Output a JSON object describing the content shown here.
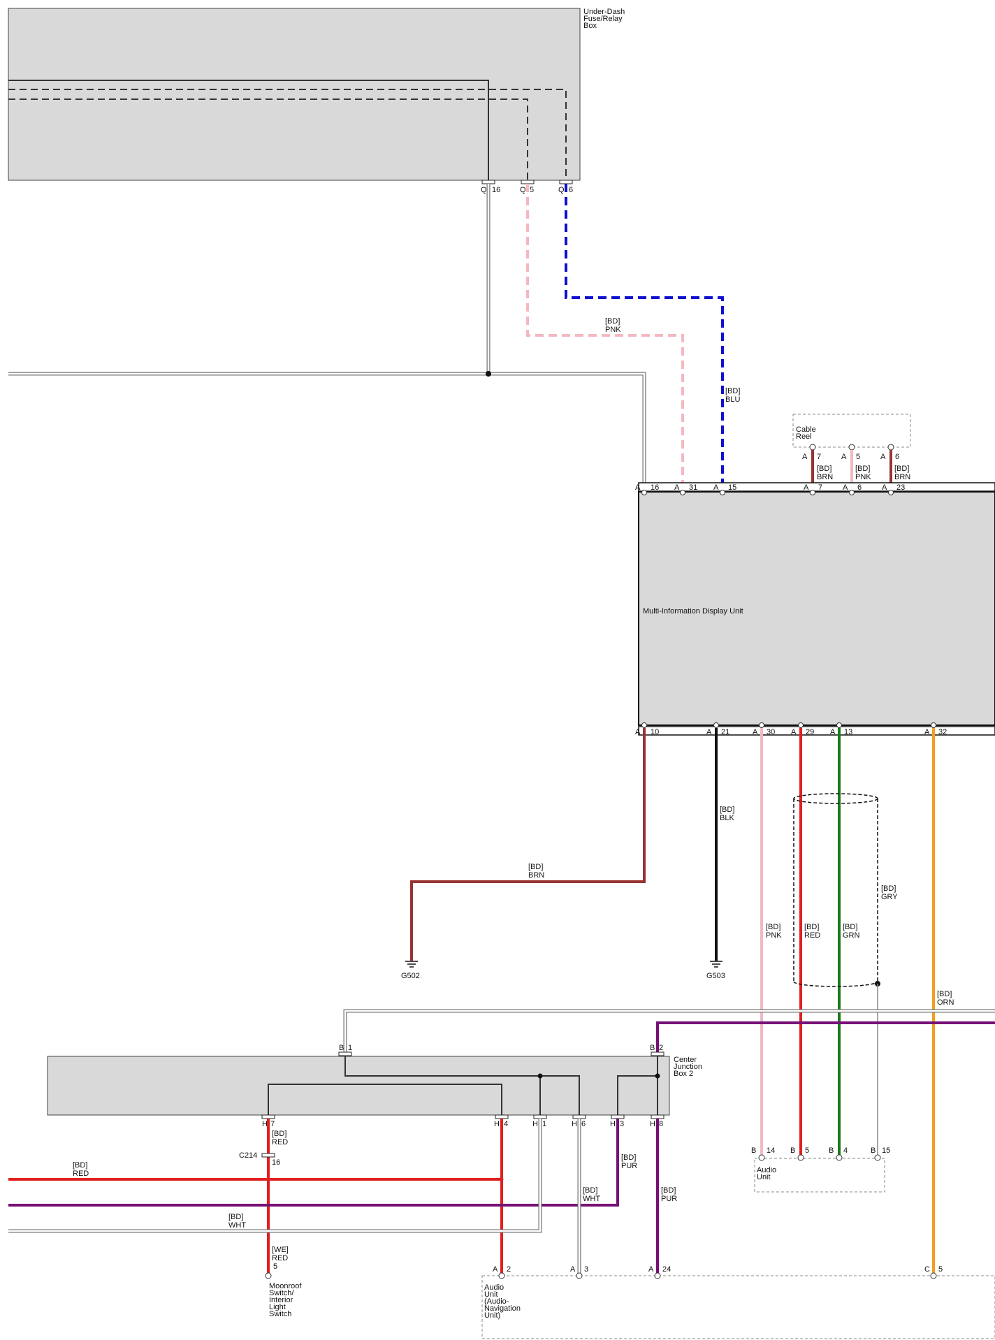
{
  "diagram": {
    "colors": {
      "box_fill": "#d9d9d9",
      "pink": "#f4b8c1",
      "blue": "#1010d0",
      "brown": "#993333",
      "red": "#e02020",
      "green": "#1a7a1a",
      "orange": "#f0a020",
      "purple": "#771177",
      "black": "#111111",
      "white_wire": "#888888"
    },
    "components": {
      "under_dash_line1": "Under-Dash",
      "under_dash_line2": "Fuse/Relay",
      "under_dash_line3": "Box",
      "mid_unit": "Multi-Information Display Unit",
      "cable_reel_line1": "Cable",
      "cable_reel_line2": "Reel",
      "cjb_line1": "Center",
      "cjb_line2": "Junction",
      "cjb_line3": "Box 2",
      "audio_unit_line1": "Audio",
      "audio_unit_line2": "Unit",
      "audio_nav_line1": "Audio",
      "audio_nav_line2": "Unit",
      "audio_nav_line3": "(Audio-",
      "audio_nav_line4": "Navigation",
      "audio_nav_line5": "Unit)",
      "moonroof_line1": "Moonroof",
      "moonroof_line2": "Switch/",
      "moonroof_line3": "Interior",
      "moonroof_line4": "Light",
      "moonroof_line5": "Switch",
      "connector_c214": "C214"
    },
    "grounds": {
      "g502": "G502",
      "g503": "G503"
    },
    "wire_labels": {
      "bd": "[BD]",
      "we": "[WE]",
      "pnk": "PNK",
      "blu": "BLU",
      "brn": "BRN",
      "blk": "BLK",
      "gry": "GRY",
      "red": "RED",
      "grn": "GRN",
      "orn": "ORN",
      "pur": "PUR",
      "wht": "WHT"
    },
    "pins": {
      "q16": "16",
      "q5": "5",
      "q6": "6",
      "a16": "16",
      "a31": "31",
      "a15": "15",
      "a7": "7",
      "a6": "6",
      "a23": "23",
      "cr7": "7",
      "cr5": "5",
      "cr6": "6",
      "a10": "10",
      "a21": "21",
      "a30": "30",
      "a29": "29",
      "a13": "13",
      "a32": "32",
      "b1": "1",
      "b2": "2",
      "h7": "7",
      "h4": "4",
      "h1": "1",
      "h6": "6",
      "h3": "3",
      "h8": "8",
      "b14": "14",
      "b5": "5",
      "b4": "4",
      "b15": "15",
      "c214_16": "16",
      "m5": "5",
      "an2": "2",
      "an3": "3",
      "an24": "24",
      "c5": "5"
    },
    "letters": {
      "q": "Q",
      "a": "A",
      "b": "B",
      "h": "H",
      "c": "C"
    }
  }
}
